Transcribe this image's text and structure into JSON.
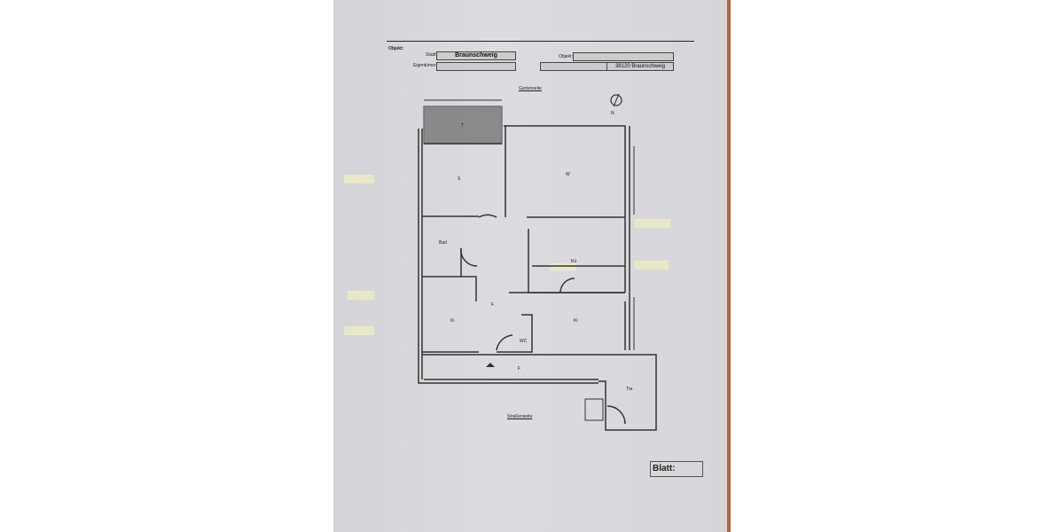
{
  "header": {
    "objekt_heading": "Objekt:",
    "stadt_label": "Stadt:",
    "stadt_value": "Braunschweig",
    "eigentuemer_label": "Eigentümer:",
    "objekt_label": "Objekt:",
    "plz_value": "38120 Braunschweig"
  },
  "plan": {
    "top_side": "Gartenseite",
    "bottom_side": "Straßenseite",
    "rooms": {
      "terrace": "T",
      "s": "S",
      "w": "W",
      "bad": "Bad",
      "kue": "Kü",
      "ki1": "Ki",
      "ki2": "Ki",
      "flur1": "F",
      "flur2": "F",
      "wc": "WC",
      "treppe": "Tra"
    },
    "north": "N"
  },
  "footer": {
    "blatt_label": "Blatt:"
  }
}
